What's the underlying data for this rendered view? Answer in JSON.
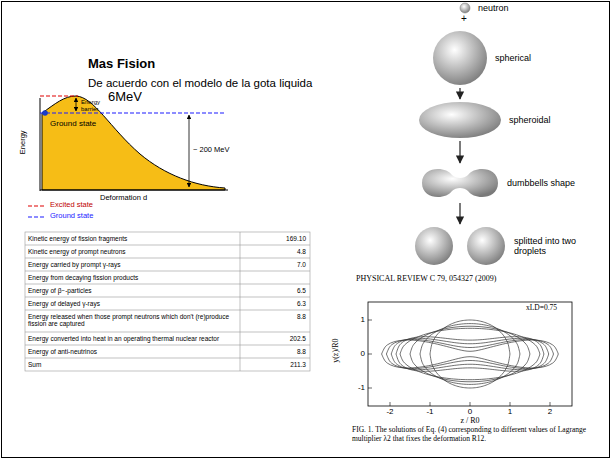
{
  "diagram": {
    "title": "Mas Fision",
    "caption": "FIG. 1. The solutions of Eq. (4) corresponding to different values of Lagrange multiplier λ2 that fixes the deformation R12.",
    "nodes": [
      {
        "text": [
          "neutron"
        ]
      },
      {
        "text": [
          "spherical"
        ]
      },
      {
        "text": [
          "spheroidal"
        ]
      },
      {
        "text": [
          "dumbbells shape"
        ]
      },
      {
        "text": [
          "splitted into two droplets"
        ]
      }
    ],
    "edges": [
      {
        "from": 1,
        "to": 2,
        "arrow": "to"
      },
      {
        "from": 2,
        "to": 3,
        "arrow": "to"
      },
      {
        "from": 3,
        "to": 4,
        "arrow": "to"
      }
    ],
    "labels": [
      "De acuerdo con el modelo de la gota liquida",
      "Energy barrier",
      "6MeV",
      "Energy",
      "Ground state",
      "~ 200 MeV",
      "Deformation d",
      "+",
      "PHYSICAL REVIEW C 79, 054327 (2009)",
      "Kinetic energy of fission fragments",
      "169.10",
      "Kinetic energy of prompt neutrons",
      "4.8",
      "Energy carried by prompt γ-rays",
      "7.0",
      "Energy from decaying fission products",
      "Energy of β−-particles",
      "6.5",
      "Energy of delayed γ-rays",
      "6.3",
      "Energy released when those prompt neutrons which don't (re)produce fission are captured",
      "8.8",
      "Energy converted into heat in an operating thermal nuclear reactor",
      "202.5",
      "Energy of anti-neutrinos",
      "8.8",
      "Sum",
      "211.3",
      "1",
      "0",
      "-1",
      "-2",
      "-1",
      "0",
      "1",
      "2",
      "z / R0",
      "y(z)/R0",
      "xLD=0.75"
    ],
    "legend": [
      {
        "text": "Excited state"
      },
      {
        "text": "Ground state"
      }
    ]
  }
}
